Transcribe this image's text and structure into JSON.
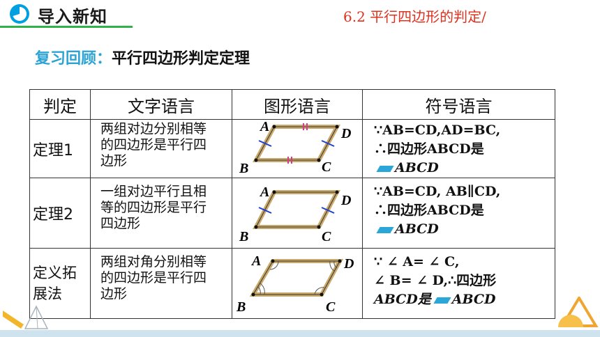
{
  "header": {
    "title": "导入新知",
    "section": "6.2 平行四边形的判定/"
  },
  "review": {
    "label": "复习回顾：",
    "text": "平行四边形判定定理"
  },
  "table": {
    "headers": [
      "判定",
      "文字语言",
      "图形语言",
      "符号语言"
    ],
    "rows": [
      {
        "label": "定理1",
        "desc": [
          "两组对边分别相等",
          "的四边形是平行四",
          "边形"
        ],
        "points": [
          "A",
          "D",
          "B",
          "C"
        ],
        "sym": [
          "∵AB=CD,AD=BC,",
          "∴四边形ABCD是",
          "ABCD"
        ]
      },
      {
        "label": "定理2",
        "desc": [
          "一组对边平行且相",
          "等的四边形是平行",
          "四边形"
        ],
        "points": [
          "A",
          "D",
          "B",
          "C"
        ],
        "sym": [
          "∵AB=CD, AB∥CD,",
          "∴四边形ABCD是",
          "ABCD"
        ]
      },
      {
        "label": "定义拓展法",
        "label_lines": [
          "定义拓",
          "展法"
        ],
        "desc": [
          "两组对角分别相等",
          "的四边形是平行四",
          "边形"
        ],
        "points": [
          "A",
          "D",
          "B",
          "C"
        ],
        "sym": [
          "∵ ∠ A= ∠ C,",
          "∠ B= ∠ D,∴四边形",
          "ABCD是",
          "ABCD"
        ]
      }
    ]
  },
  "colors": {
    "accent_blue": "#00a0e0",
    "accent_green": "#2db34a",
    "section_red": "#e0301e",
    "label_blue": "#2ba3d5"
  }
}
